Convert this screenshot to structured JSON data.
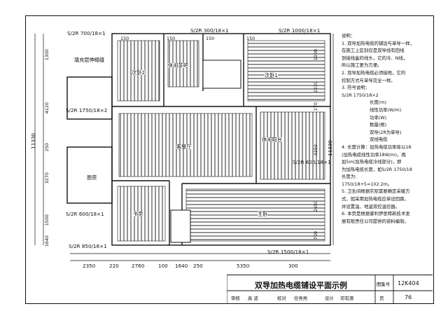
{
  "title": "双导加热电缆铺设平面示例",
  "atlas_label": "图集号",
  "atlas_no": "12K404",
  "page_label": "页",
  "page_no": "76",
  "signatures": [
    "审核",
    "高 波",
    "校对",
    "任亮亮",
    "设计",
    "邓有源"
  ],
  "cable_labels": [
    "S/2R 700/18×1",
    "S/2R 300/18×1",
    "S/2R 1000/18×1",
    "S/2R 1750/18×2",
    "S/2R 600/18×1",
    "S/2R 600/18×1",
    "S/2R 850/18×1",
    "S/2R 1500/18×1"
  ],
  "annotation_fill": "填充层伸缩缝",
  "rooms": [
    "次卧2",
    "休闲茶吧",
    "次卧1",
    "客餐厅",
    "厨房",
    "书房",
    "休闲阳台",
    "主卧"
  ],
  "dims_left_outer": "11330",
  "dims_left": [
    "1300",
    "4120",
    "250",
    "3270",
    "1500",
    "1640"
  ],
  "dims_right_outer": "11330",
  "dims_right": [
    "1000",
    "2220",
    "270",
    "4250",
    "2650",
    "700"
  ],
  "dims_bottom": [
    "2350",
    "220",
    "2760",
    "100",
    "1640",
    "250",
    "5350",
    "300"
  ],
  "dims_top": [
    "150",
    "150",
    "150",
    "150"
  ],
  "notes": [
    "说明：",
    "1. 双导加热电缆的铺设与单导一样，",
    "   在施工上区别仅是双导线有回线",
    "   到接线盒的线头，它的冷、N线，",
    "   所以施工更为方便。",
    "2. 双导加热电缆必须接地，它的",
    "   控制方式与单导完全一样。",
    "3. 符号说明：",
    "S/2R 1750/18×2",
    "长度(m)",
    "线性功率(W/m)",
    "功率(W)",
    "数量(根)",
    "双导(2R为单导)",
    "双线电缆",
    "4. 长度计算：加热电缆功率除以18",
    "   (加热电缆线性功率18W/m)，再",
    "   加5m(加热电缆冷线部分)，即",
    "   为加热电缆长度，如S/2R 1750/18",
    "   长度为:",
    "   1750/18+5≈102.2m。",
    "5. 卫生间根据实际需要确定采暖方",
    "   式，如采用加热电缆应单设回路，",
    "   并设置温、地温双控温控器。",
    "6. 本页是根据睿利伊思特新技术发",
    "   展有限责任公司提供的资料编制。"
  ]
}
